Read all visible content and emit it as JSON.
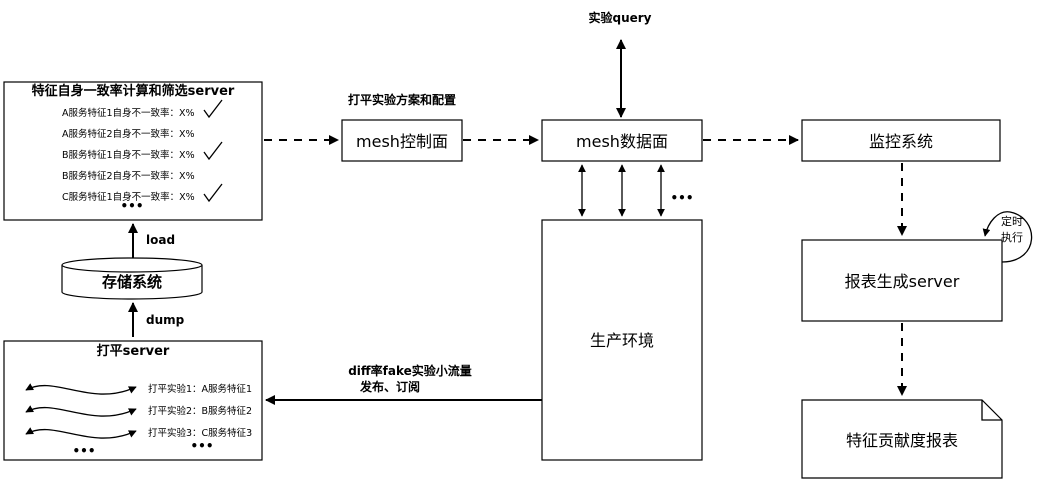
{
  "top_label": "实验query",
  "feature_server": {
    "title": "特征自身一致率计算和筛选server",
    "rows": [
      {
        "text": "A服务特征1自身不一致率：X%",
        "checked": true
      },
      {
        "text": "A服务特征2自身不一致率：X%",
        "checked": false
      },
      {
        "text": "B服务特征1自身不一致率：X%",
        "checked": true
      },
      {
        "text": "B服务特征2自身不一致率：X%",
        "checked": false
      },
      {
        "text": "C服务特征1自身不一致率：X%",
        "checked": true
      }
    ],
    "more": "•••"
  },
  "load_label": "load",
  "storage": "存储系统",
  "dump_label": "dump",
  "flatten_server": {
    "title": "打平server",
    "rows": [
      "打平实验1：A服务特征1",
      "打平实验2：B服务特征2",
      "打平实验3：C服务特征3"
    ],
    "more_left": "•••",
    "more_right": "•••"
  },
  "config_label": "打平实验方案和配置",
  "control_plane": "mesh控制面",
  "data_plane": "mesh数据面",
  "data_plane_more": "•••",
  "monitor": "监控系统",
  "production": "生产环境",
  "diff_label": [
    "diff率fake实验小流量",
    "发布、订阅"
  ],
  "report_server": "报表生成server",
  "timer_label": [
    "定时",
    "执行"
  ],
  "report_doc": "特征贡献度报表"
}
